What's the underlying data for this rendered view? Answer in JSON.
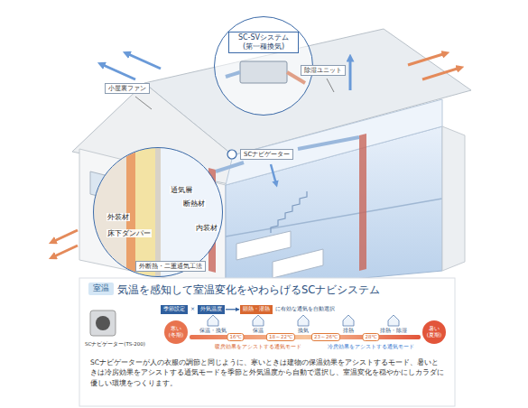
{
  "diagram": {
    "nodes": [
      {
        "text": [
          "SC-SVシステム (第一種換気)"
        ]
      },
      {
        "text": [
          "除湿ユニット"
        ]
      },
      {
        "text": [
          "小屋裏ファン"
        ]
      },
      {
        "text": [
          "SCナビゲーター"
        ]
      },
      {
        "text": [
          "通気層",
          "断熱材",
          "外装材",
          "内装材",
          "床下ダンパー"
        ]
      },
      {
        "text": [
          "外断熱・二重通気工法"
        ]
      },
      {
        "text": [
          "気温を感知して室温変化をやわらげるSCナビシステム",
          "SCナビゲーターが人の衣服の調節と同じように、寒いときは建物の保温効果をアシストするモード、暑いときは冷房効果をアシストする通気モードを季節と外気温度から自動で選択し、室温変化を穏やかにしカラダに優しい環境をつくります。"
        ]
      },
      {
        "text": [
          "室温"
        ],
        "in": 6
      },
      {
        "text": [
          "季節設定"
        ],
        "in": 6
      },
      {
        "text": [
          "外気温度"
        ],
        "in": 6
      },
      {
        "text": [
          "顕熱・潜熱"
        ],
        "in": 6
      },
      {
        "text": [
          "寒い (冬期)"
        ],
        "in": 6
      },
      {
        "text": [
          "暑い (夏期)"
        ],
        "in": 6
      }
    ],
    "edges": [
      {
        "from": 9,
        "to": 10,
        "arrow": "to"
      }
    ],
    "labels": [
      "×",
      "に有効な通気を自動選択",
      "保温・換気",
      "保温",
      "換気",
      "排熱",
      "排熱・除湿",
      "16℃",
      "18～22℃",
      "23～26℃",
      "28℃",
      "暖房効果をアシストする通気モード",
      "冷房効果をアシストする通気モード",
      "SCナビゲーター(TS-200)"
    ]
  }
}
